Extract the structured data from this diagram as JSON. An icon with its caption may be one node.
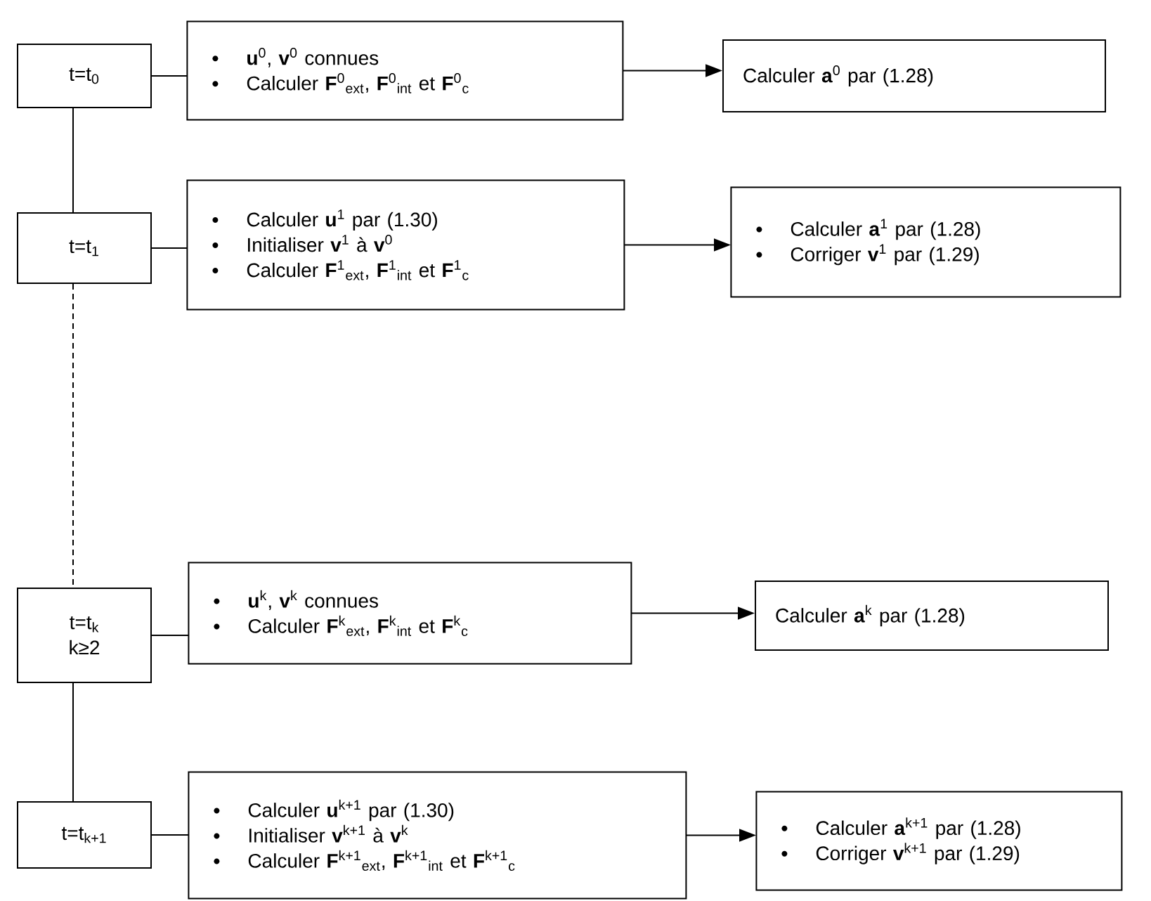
{
  "diagram": {
    "nodes": [
      {
        "text": [
          "t=t$_{0}$"
        ]
      },
      {
        "text": [
          "**u**$^{0}$, **v**$^{0}$ connues",
          "Calculer **F**$^{0}$$_{ext}$, **F**$^{0}$$_{int}$ et **F**$^{0}$$_{c}$"
        ]
      },
      {
        "text": [
          "Calculer **a**$^{0}$ par (1.28)"
        ]
      },
      {
        "text": [
          "t=t$_{1}$"
        ]
      },
      {
        "text": [
          "Calculer **u**$^{1}$ par (1.30)",
          "Initialiser **v**$^{1}$ à  **v**$^{0}$",
          "Calculer **F**$^{1}$$_{ext}$, **F**$^{1}$$_{int}$ et **F**$^{1}$$_{c}$"
        ]
      },
      {
        "text": [
          "Calculer **a**$^{1}$ par (1.28)",
          "Corriger **v**$^{1}$ par (1.29)"
        ]
      },
      {
        "text": [
          "t=t$_{k}$",
          "k≥2"
        ]
      },
      {
        "text": [
          "**u**$^{k}$, **v**$^{k}$ connues",
          "Calculer **F**$^{k}$$_{ext}$, **F**$^{k}$$_{int}$ et **F**$^{k}$$_{c}$"
        ]
      },
      {
        "text": [
          "Calculer **a**$^{k}$ par (1.28)"
        ]
      },
      {
        "text": [
          "t=t$_{k+1}$"
        ]
      },
      {
        "text": [
          "Calculer **u**$^{k+1}$ par (1.30)",
          "Initialiser **v**$^{k+1}$ à  **v**$^{k}$",
          "Calculer **F**$^{k+1}$$_{ext}$, **F**$^{k+1}$$_{int}$ et **F**$^{k+1}$$_{c}$"
        ]
      },
      {
        "text": [
          "Calculer **a**$^{k+1}$ par (1.28)",
          "Corriger **v**$^{k+1}$ par (1.29)"
        ]
      }
    ],
    "edges": [
      {
        "from": 0,
        "to": 1,
        "arrow": "none"
      },
      {
        "from": 1,
        "to": 2,
        "arrow": "to"
      },
      {
        "from": 0,
        "to": 3,
        "arrow": "none"
      },
      {
        "from": 3,
        "to": 4,
        "arrow": "none"
      },
      {
        "from": 4,
        "to": 5,
        "arrow": "to"
      },
      {
        "from": 3,
        "to": 6,
        "arrow": "none",
        "style": "dashed"
      },
      {
        "from": 6,
        "to": 7,
        "arrow": "none"
      },
      {
        "from": 7,
        "to": 8,
        "arrow": "to"
      },
      {
        "from": 6,
        "to": 9,
        "arrow": "none"
      },
      {
        "from": 9,
        "to": 10,
        "arrow": "none"
      },
      {
        "from": 10,
        "to": 11,
        "arrow": "to"
      }
    ]
  }
}
